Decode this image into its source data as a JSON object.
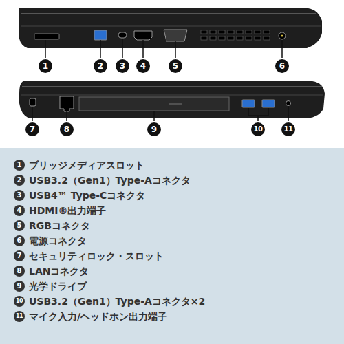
{
  "diagram": {
    "nodes": [
      {
        "text": [
          "ブリッジメディアスロット",
          "USB3.2（Gen1）Type-Aコネクタ",
          "USB4™ Type-Cコネクタ",
          "HDMI®出力端子",
          "RGBコネクタ",
          "電源コネクタ",
          "セキュリティロック・スロット",
          "LANコネクタ",
          "光学ドライブ",
          "USB3.2（Gen1）Type-Aコネクタ×2",
          "マイク入力/ヘッドホン出力端子"
        ]
      }
    ],
    "labels": [
      "1",
      "2",
      "3",
      "4",
      "5",
      "6",
      "7",
      "8",
      "9",
      "10",
      "11",
      "1",
      "2",
      "3",
      "4",
      "5",
      "6",
      "7",
      "8",
      "9",
      "10",
      "11"
    ]
  }
}
